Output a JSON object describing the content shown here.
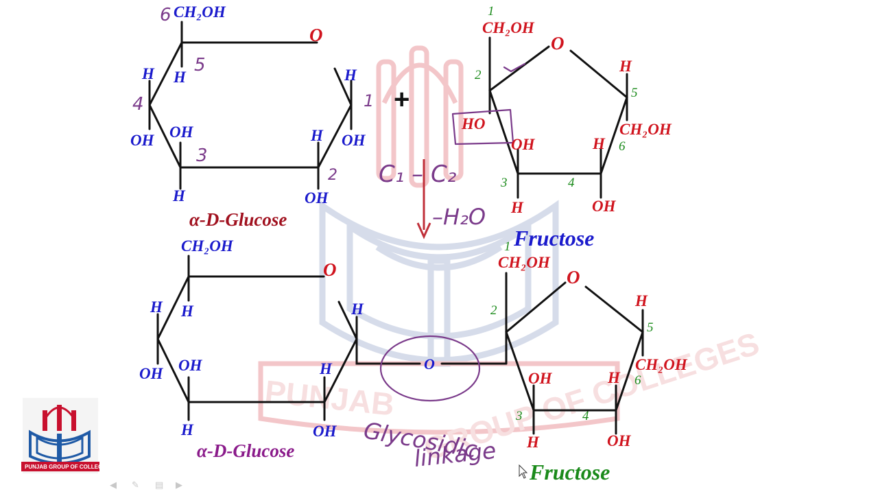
{
  "colors": {
    "hydrogen_blue": "#1a1acc",
    "oxygen_red": "#d0141e",
    "number_green": "#1a8a1a",
    "glucose_title_maroon": "#a0101e",
    "glucose_title_purple": "#8a1a8a",
    "annotation_ink": "#7a3a8a",
    "watermark_red": "#f3c6c9",
    "watermark_blue": "#d6dcea"
  },
  "glucose_top": {
    "c6_group": "CH₂OH",
    "ring_o": "O",
    "h_c5": "H",
    "h_c4": "H",
    "oh_c4": "OH",
    "oh_c3": "OH",
    "h_c3": "H",
    "h_c2": "H",
    "oh_c2": "OH",
    "h_c1": "H",
    "oh_c1": "OH",
    "title": "α-D-Glucose"
  },
  "fructose_top": {
    "num1": "1",
    "num2": "2",
    "num3": "3",
    "num4": "4",
    "num5": "5",
    "num6": "6",
    "c1_group": "CH₂OH",
    "ring_o": "O",
    "ho_c2": "HO",
    "h_c5": "H",
    "c6_group": "CH₂OH",
    "oh_c3": "OH",
    "h_c4": "H",
    "h_c3": "H",
    "oh_c4": "OH",
    "title": "Fructose"
  },
  "plus": "+",
  "handwritten": {
    "c6": "6",
    "c5": "5",
    "c4": "4",
    "c3": "3",
    "c2": "2",
    "c1": "1",
    "bond": "C₁ – C₂",
    "water": "–H₂O",
    "linkage_line1": "Glycosidic",
    "linkage_line2": "linkage"
  },
  "glucose_bottom": {
    "c6_group": "CH₂OH",
    "ring_o": "O",
    "h_c5": "H",
    "h_c4": "H",
    "oh_c4": "OH",
    "oh_c3": "OH",
    "h_c3": "H",
    "h_c2": "H",
    "oh_c2": "OH",
    "h_c1": "H",
    "title": "α-D-Glucose"
  },
  "bridge_o": "O",
  "fructose_bottom": {
    "num1": "1",
    "num2": "2",
    "num3": "3",
    "num4": "4",
    "num5": "5",
    "num6": "6",
    "c1_group": "CH₂OH",
    "ring_o": "O",
    "h_c5": "H",
    "c6_group": "CH₂OH",
    "oh_c3": "OH",
    "h_c4": "H",
    "h_c3": "H",
    "oh_c4": "OH",
    "title": "Fructose"
  },
  "watermark": {
    "line1": "PUNJAB",
    "line2": "GROUP OF COLLEGES"
  },
  "logo": {
    "text": "PUNJAB GROUP OF COLLEGES"
  },
  "icons": [
    "arrow-left-icon",
    "pen-icon",
    "menu-icon",
    "arrow-right-icon",
    "cursor-icon"
  ]
}
